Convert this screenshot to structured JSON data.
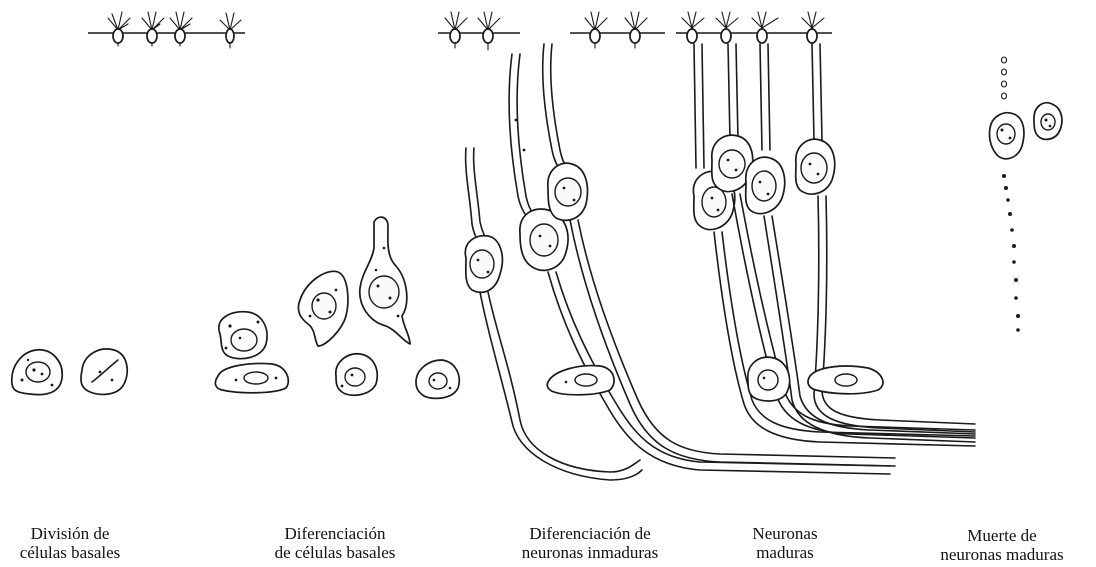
{
  "figure": {
    "stages": [
      {
        "line1": "División de",
        "line2": "células basales"
      },
      {
        "line1": "Diferenciación",
        "line2": "de células basales"
      },
      {
        "line1": "Diferenciación de",
        "line2": "neuronas inmaduras"
      },
      {
        "line1": "Neuronas",
        "line2": "maduras"
      },
      {
        "line1": "Muerte de",
        "line2": "neuronas maduras"
      }
    ]
  }
}
